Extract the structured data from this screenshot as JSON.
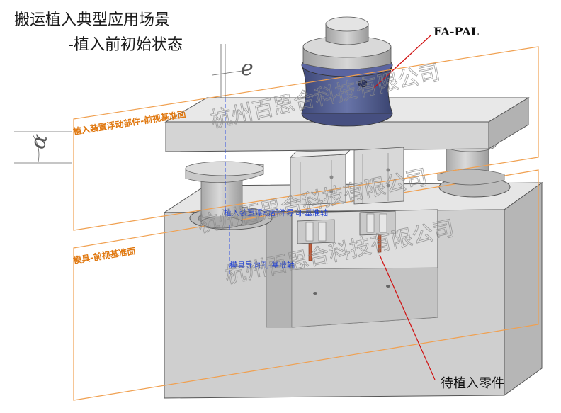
{
  "title": {
    "line1": "搬运植入典型应用场景",
    "line2": "-植入前初始状态"
  },
  "callouts": {
    "fa_pal": "FA-PAL",
    "part": "待植入零件"
  },
  "planes": {
    "upper": "植入装置浮动部件-前视基准面",
    "lower": "模具-前视基准面"
  },
  "axes": {
    "upper": "植入装置浮动部件导向-基准轴",
    "lower": "模具导向孔-基准轴"
  },
  "symbols": {
    "e": "e",
    "alpha": "α"
  },
  "watermark": "杭州百思合科技有限公司",
  "colors": {
    "plane_orange": "#f0a050",
    "label_orange": "#e07810",
    "axis_blue": "#3050e0",
    "leader_red": "#d01010",
    "fapal_blue": "#4e5a8c",
    "steel_gray": "#c7c7c7"
  }
}
